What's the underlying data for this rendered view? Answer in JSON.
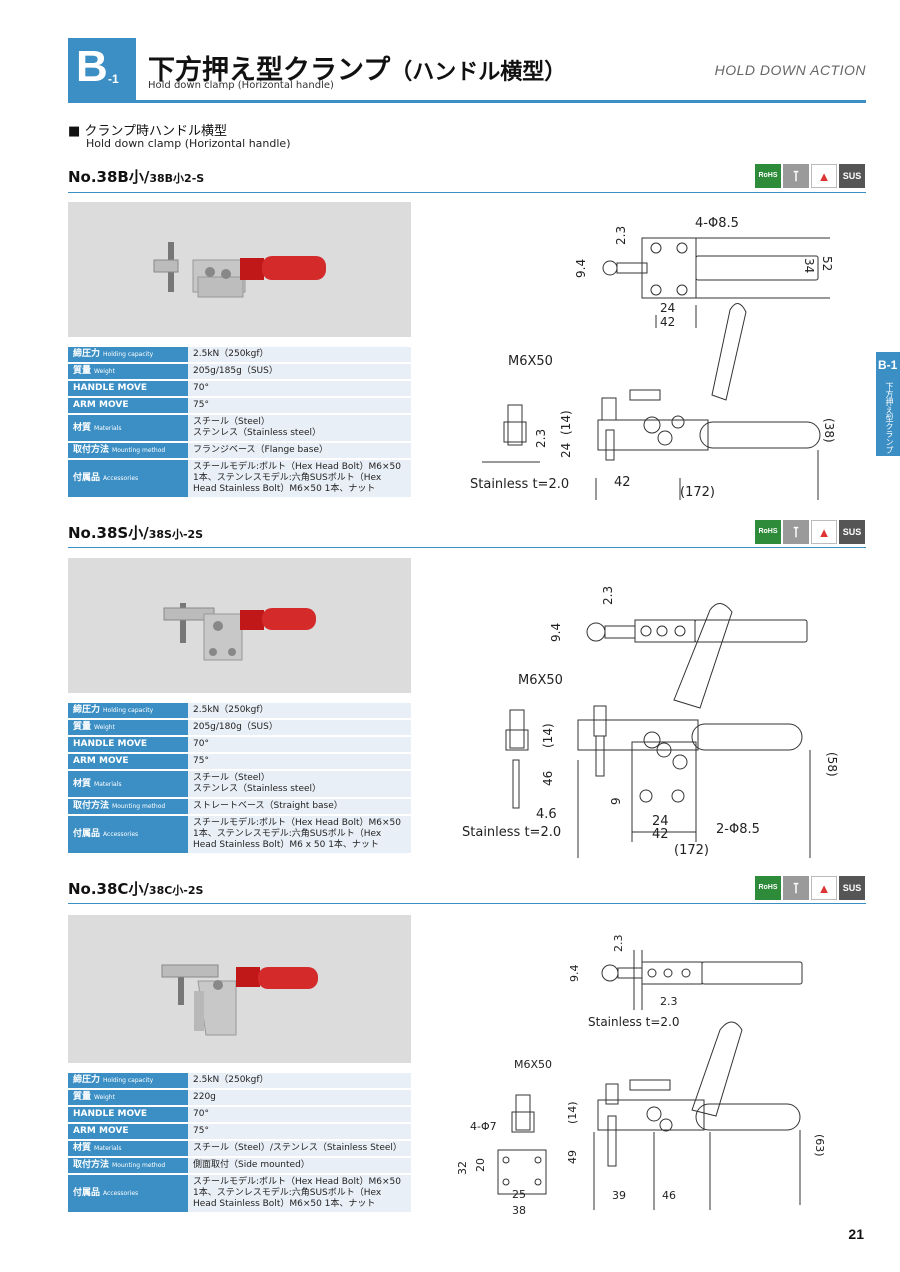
{
  "header": {
    "badge_letter": "B",
    "badge_sub": "-1",
    "title": "下方押え型クランプ",
    "title_paren": "（ハンドル横型）",
    "subtitle": "Hold down clamp (Horizontal handle)",
    "right_label": "HOLD DOWN ACTION"
  },
  "section": {
    "title": "■ クランプ時ハンドル横型",
    "subtitle": "Hold down clamp (Horizontal handle)"
  },
  "badges": {
    "rohs": "RoHS",
    "sus": "SUS",
    "bolt_icon": "bolt-icon",
    "flame_icon": "flame-icon"
  },
  "side_tab": {
    "code": "B-1",
    "label": "下方押え型クランプ"
  },
  "page_number": "21",
  "products": [
    {
      "model": "No.38B小/",
      "model_sub": "38B小2-S",
      "specs": [
        {
          "key": "締圧力",
          "key_en": "Holding capacity",
          "value": "2.5kN（250kgf）"
        },
        {
          "key": "質量",
          "key_en": "Weight",
          "value": "205g/185g（SUS）"
        },
        {
          "key": "HANDLE MOVE",
          "key_en": "",
          "value": "70°"
        },
        {
          "key": "ARM MOVE",
          "key_en": "",
          "value": "75°"
        },
        {
          "key": "材質",
          "key_en": "Materials",
          "value": "スチール（Steel）\nステンレス（Stainless steel）"
        },
        {
          "key": "取付方法",
          "key_en": "Mounting method",
          "value": "フランジベース（Flange base）"
        },
        {
          "key": "付属品",
          "key_en": "Accessories",
          "value": "スチールモデル:ボルト（Hex Head Bolt）M6×50 1本、ステンレスモデル:六角SUSボルト（Hex Head Stainless Bolt）M6×50 1本、ナット"
        }
      ],
      "drawing": {
        "hole": "4-Φ8.5",
        "d23": "2.3",
        "d94": "9.4",
        "d34": "34",
        "d52": "52",
        "d24": "24",
        "d42": "42",
        "bolt": "M6X50",
        "d14": "(14)",
        "d23b": "2.3",
        "d24b": "24",
        "d38": "(38)",
        "stainless": "Stainless t=2.0",
        "d42b": "42",
        "d172": "(172)"
      }
    },
    {
      "model": "No.38S小/",
      "model_sub": "38S小-2S",
      "specs": [
        {
          "key": "締圧力",
          "key_en": "Holding capacity",
          "value": "2.5kN（250kgf）"
        },
        {
          "key": "質量",
          "key_en": "Weight",
          "value": "205g/180g（SUS）"
        },
        {
          "key": "HANDLE MOVE",
          "key_en": "",
          "value": "70°"
        },
        {
          "key": "ARM MOVE",
          "key_en": "",
          "value": "75°"
        },
        {
          "key": "材質",
          "key_en": "Materials",
          "value": "スチール（Steel）\nステンレス（Stainless steel）"
        },
        {
          "key": "取付方法",
          "key_en": "Mounting method",
          "value": "ストレートベース（Straight base）"
        },
        {
          "key": "付属品",
          "key_en": "Accessories",
          "value": "スチールモデル:ボルト（Hex Head Bolt）M6×50 1本、ステンレスモデル:六角SUSボルト（Hex Head Stainless Bolt）M6 x 50 1本、ナット"
        }
      ],
      "drawing": {
        "d23": "2.3",
        "d94": "9.4",
        "bolt": "M6X50",
        "d14": "(14)",
        "d46": "46",
        "d58": "(58)",
        "d9": "9",
        "d46b": "4.6",
        "stainless": "Stainless t=2.0",
        "d24": "24",
        "d42": "42",
        "hole": "2-Φ8.5",
        "d172": "(172)"
      }
    },
    {
      "model": "No.38C小/",
      "model_sub": "38C小-2S",
      "specs": [
        {
          "key": "締圧力",
          "key_en": "Holding capacity",
          "value": "2.5kN（250kgf）"
        },
        {
          "key": "質量",
          "key_en": "Weight",
          "value": "220g"
        },
        {
          "key": "HANDLE MOVE",
          "key_en": "",
          "value": "70°"
        },
        {
          "key": "ARM MOVE",
          "key_en": "",
          "value": "75°"
        },
        {
          "key": "材質",
          "key_en": "Materials",
          "value": "スチール（Steel）/ステンレス（Stainless Steel）"
        },
        {
          "key": "取付方法",
          "key_en": "Mounting method",
          "value": "側面取付（Side mounted）"
        },
        {
          "key": "付属品",
          "key_en": "Accessories",
          "value": "スチールモデル:ボルト（Hex Head Bolt）M6×50 1本、ステンレスモデル:六角SUSボルト（Hex Head Stainless Bolt）M6×50 1本、ナット"
        }
      ],
      "drawing": {
        "d23": "2.3",
        "d94": "9.4",
        "d23b": "2.3",
        "stainless": "Stainless t=2.0",
        "bolt": "M6X50",
        "hole": "4-Φ7",
        "d14": "(14)",
        "d32": "32",
        "d20": "20",
        "d49": "49",
        "d63": "(63)",
        "d25": "25",
        "d38": "38",
        "d39": "39",
        "d46": "46"
      }
    }
  ]
}
